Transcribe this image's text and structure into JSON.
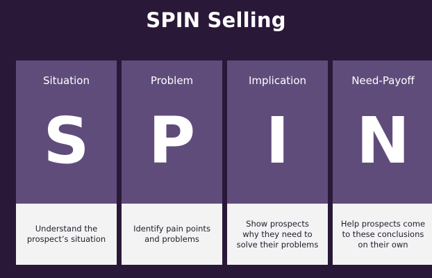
{
  "title": "SPIN Selling",
  "cards": [
    {
      "heading": "Situation",
      "letter": "S",
      "description": "Understand the\nprospect’s situation"
    },
    {
      "heading": "Problem",
      "letter": "P",
      "description": "Identify pain points\nand problems"
    },
    {
      "heading": "Implication",
      "letter": "I",
      "description": "Show prospects\nwhy they need to\nsolve their problems"
    },
    {
      "heading": "Need-Payoff",
      "letter": "N",
      "description": "Help prospects come\nto these conclusions\non their own"
    }
  ],
  "colors": {
    "background": "#2a1838",
    "card_top": "#5f4c7b",
    "card_bottom": "#f3f3f4"
  }
}
